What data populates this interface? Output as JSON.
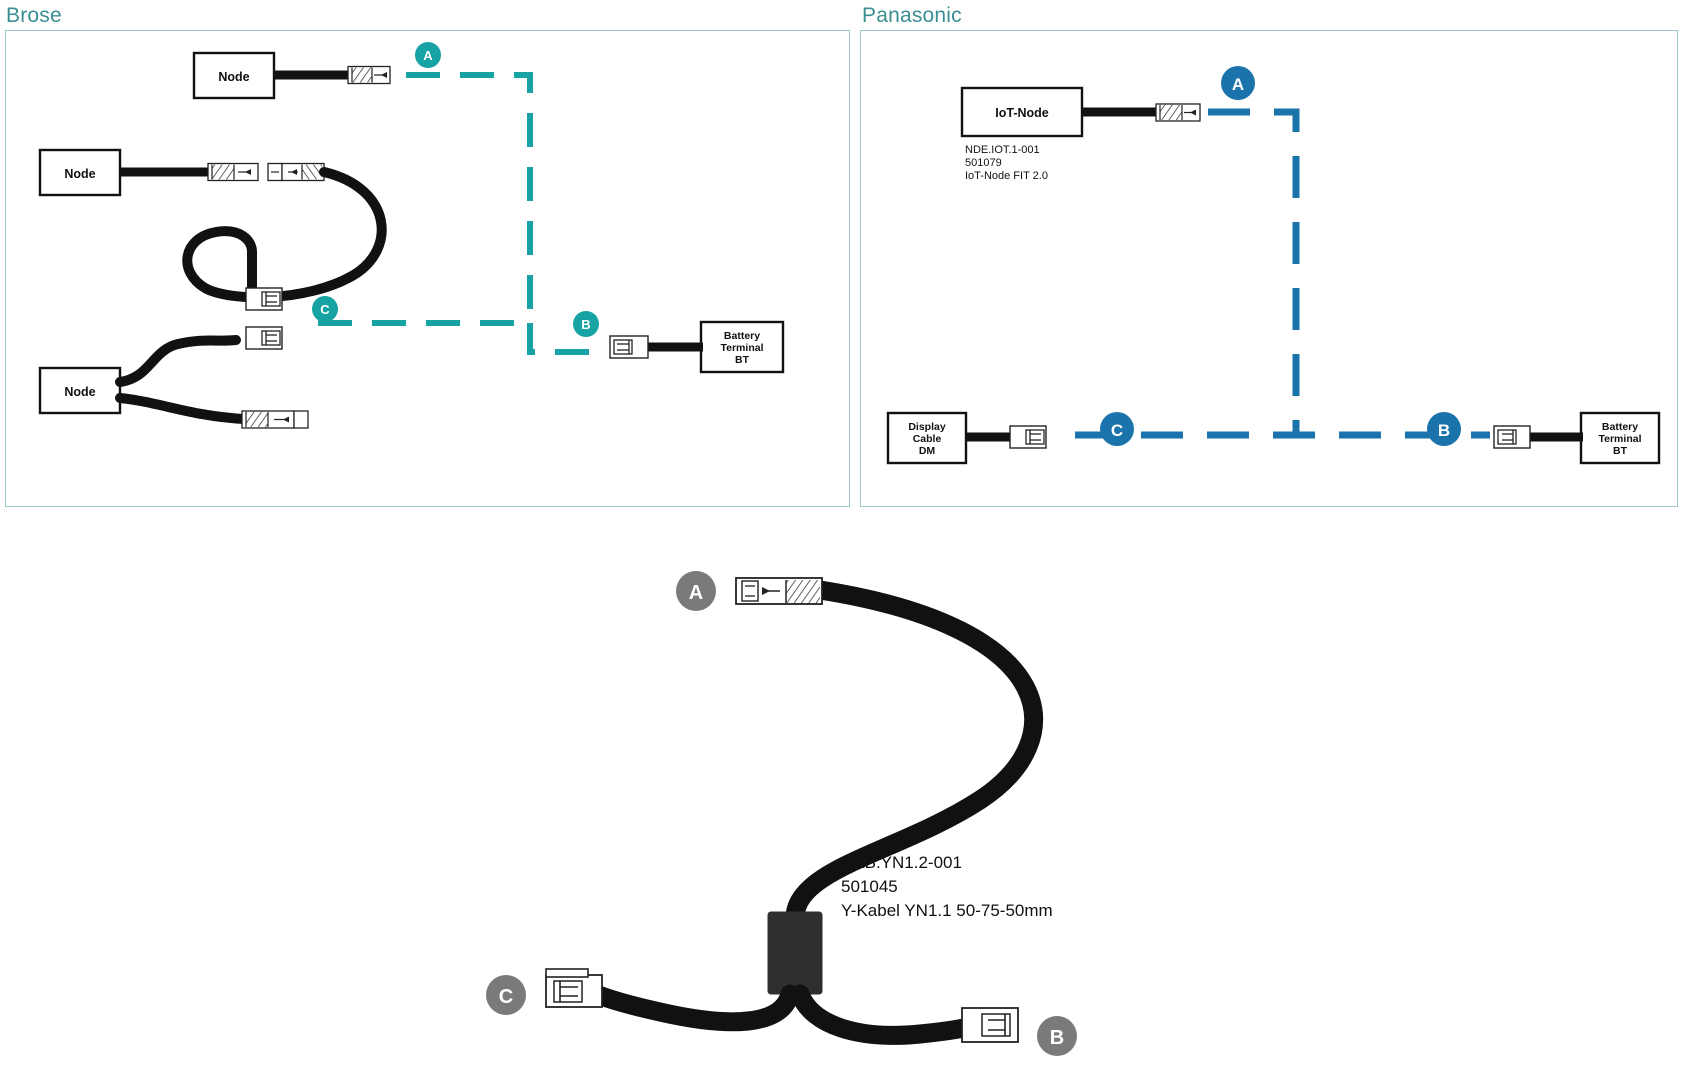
{
  "panels": {
    "brose": {
      "title": "Brose",
      "accent": "#17a3a3",
      "boxes": [
        {
          "id": "node1",
          "label": "Node"
        },
        {
          "id": "node2",
          "label": "Node"
        },
        {
          "id": "node3",
          "label": "Node"
        },
        {
          "id": "bt",
          "label_lines": [
            "Battery",
            "Terminal",
            "BT"
          ]
        }
      ],
      "markers": [
        {
          "id": "A",
          "label": "A"
        },
        {
          "id": "B",
          "label": "B"
        },
        {
          "id": "C",
          "label": "C"
        }
      ]
    },
    "panasonic": {
      "title": "Panasonic",
      "accent": "#1b73ab",
      "boxes": [
        {
          "id": "iot",
          "label": "IoT-Node"
        },
        {
          "id": "dm",
          "label_lines": [
            "Display",
            "Cable",
            "DM"
          ]
        },
        {
          "id": "bt",
          "label_lines": [
            "Battery",
            "Terminal",
            "BT"
          ]
        }
      ],
      "part_label": {
        "line1": "NDE.IOT.1-001",
        "line2": "501079",
        "line3": "IoT-Node FIT 2.0"
      },
      "markers": [
        {
          "id": "A",
          "label": "A"
        },
        {
          "id": "B",
          "label": "B"
        },
        {
          "id": "C",
          "label": "C"
        }
      ]
    }
  },
  "cable": {
    "accent": "#7a7a7a",
    "part_label": {
      "line1": "CAB.YN1.2-001",
      "line2": "501045",
      "line3": "Y-Kabel YN1.1 50-75-50mm"
    },
    "markers": [
      {
        "id": "A",
        "label": "A"
      },
      {
        "id": "B",
        "label": "B"
      },
      {
        "id": "C",
        "label": "C"
      }
    ]
  },
  "colors": {
    "brose_accent": "#17a3a3",
    "panasonic_accent": "#1b73ab",
    "cable_accent": "#7a7a7a",
    "panel_border": "#9dc8cc",
    "wire": "#111111",
    "title_text": "#3a8f93"
  }
}
